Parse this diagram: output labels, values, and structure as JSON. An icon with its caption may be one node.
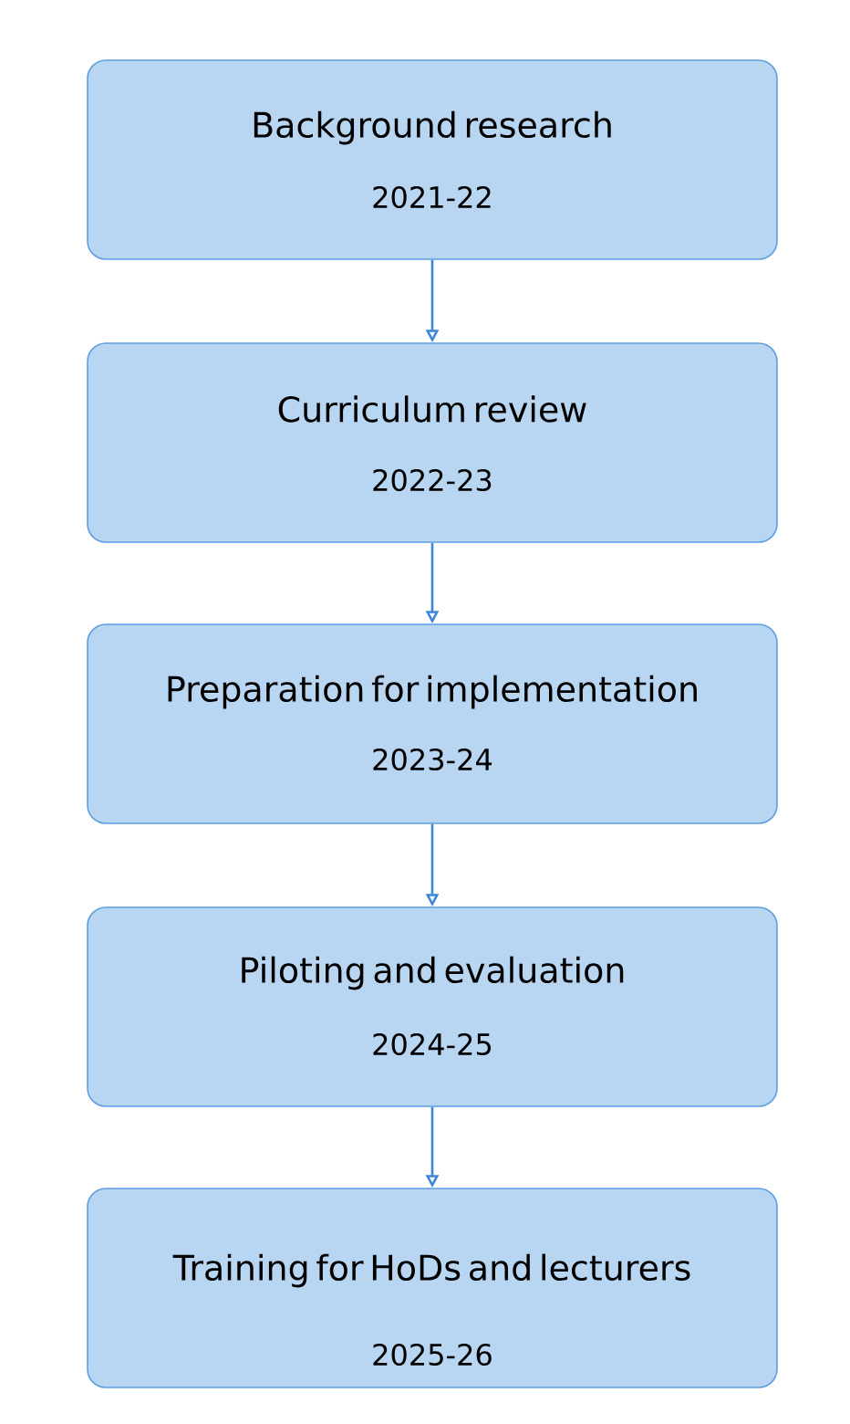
{
  "diagram": {
    "nodes": [
      {
        "text": [
          "Background research",
          "2021-22"
        ]
      },
      {
        "text": [
          "Curriculum review",
          "2022-23"
        ]
      },
      {
        "text": [
          "Preparation for implementation",
          "2023-24"
        ]
      },
      {
        "text": [
          "Piloting and evaluation",
          "2024-25"
        ]
      },
      {
        "text": [
          "Training for HoDs and lecturers",
          "2025-26"
        ]
      }
    ],
    "edges": [
      {
        "from": 0,
        "to": 1,
        "arrow": "to"
      },
      {
        "from": 1,
        "to": 2,
        "arrow": "to"
      },
      {
        "from": 2,
        "to": 3,
        "arrow": "to"
      },
      {
        "from": 3,
        "to": 4,
        "arrow": "to"
      }
    ]
  }
}
